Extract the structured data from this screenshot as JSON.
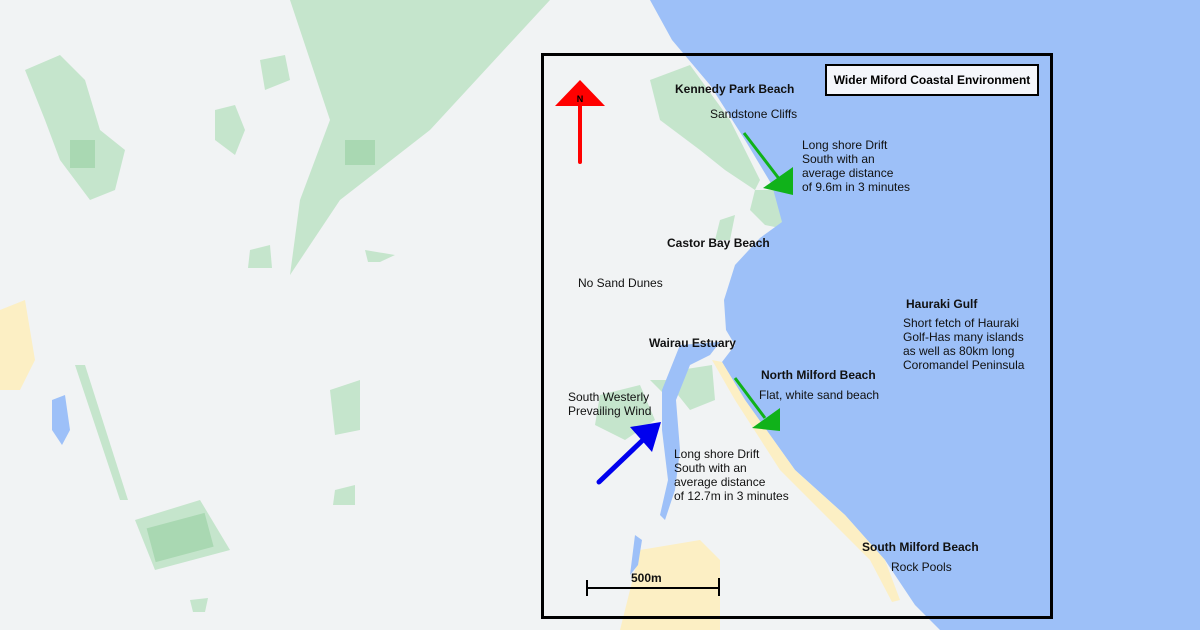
{
  "title": "Wider Miford Coastal Environment",
  "north_label": "N",
  "scale_label": "500m",
  "labels": {
    "kennedy_park": "Kennedy Park Beach",
    "sandstone": "Sandstone Cliffs",
    "drift_north": "Long shore Drift\nSouth with an\naverage distance\nof 9.6m in 3 minutes",
    "castor_bay": "Castor Bay Beach",
    "no_dunes": "No Sand Dunes",
    "hauraki": "Hauraki Gulf",
    "hauraki_desc": "Short fetch of Hauraki\nGolf-Has many islands\nas well as 80km long\nCoromandel Peninsula",
    "wairau": "Wairau Estuary",
    "north_milford": "North Milford Beach",
    "flat_sand": "Flat, white sand beach",
    "wind": "South Westerly\nPrevailing Wind",
    "drift_south": "Long shore Drift\nSouth with an\naverage distance\nof 12.7m in 3 minutes",
    "south_milford": "South Milford Beach",
    "rock_pools": "Rock Pools"
  },
  "colors": {
    "water": "#9dc0f8",
    "land": "#f1f3f4",
    "park": "#c5e5cc",
    "sand": "#fcefc4",
    "north": "#ff0000",
    "drift": "#10b21a",
    "wind": "#0000ee"
  }
}
